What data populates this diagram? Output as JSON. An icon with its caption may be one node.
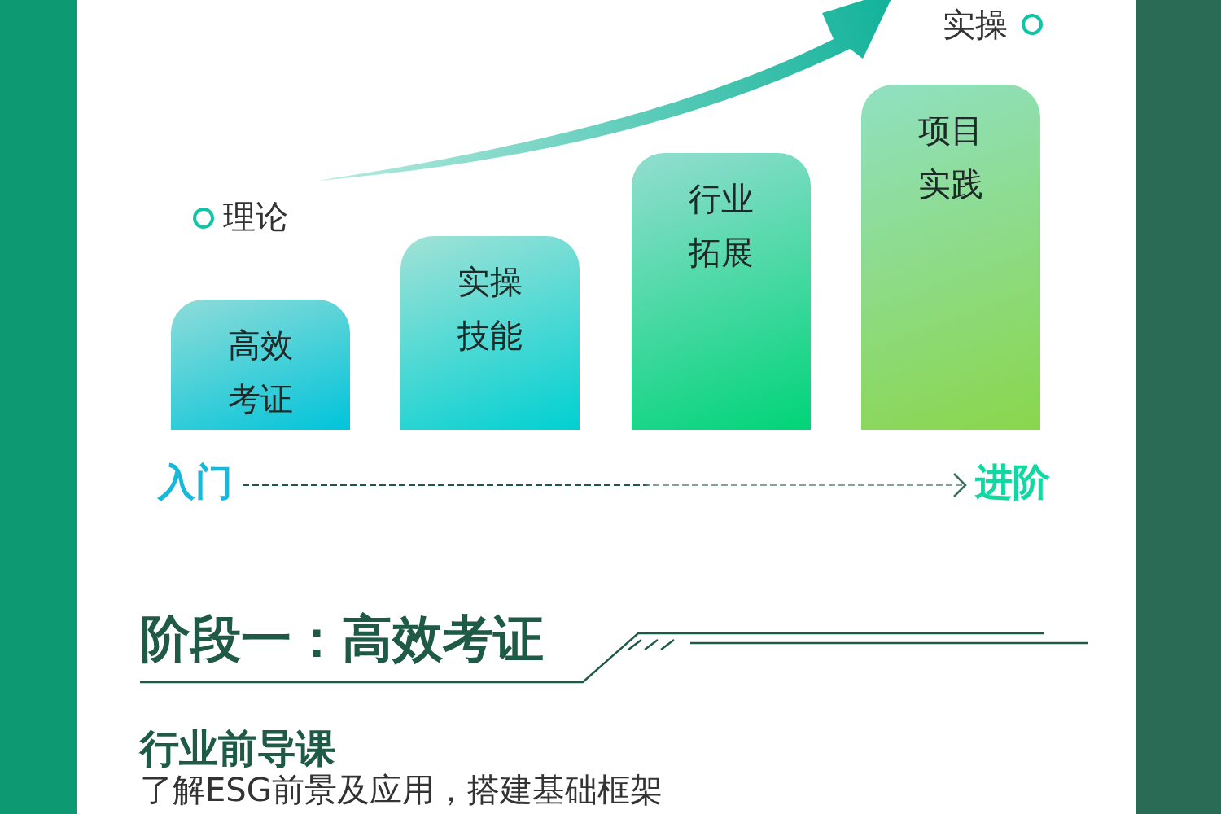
{
  "diagram": {
    "nodes": [
      {
        "text": [
          "高效考证"
        ]
      },
      {
        "text": [
          "实操技能"
        ]
      },
      {
        "text": [
          "行业拓展"
        ]
      },
      {
        "text": [
          "项目实践"
        ]
      },
      {
        "text": [
          "入门"
        ]
      },
      {
        "text": [
          "进阶"
        ]
      }
    ],
    "edges": [
      {
        "from": 4,
        "to": 5,
        "arrow": "to",
        "style": "dashed"
      }
    ],
    "labels": [
      "实操",
      "理论",
      "阶段一：高效考证",
      "行业前导课",
      "了解ESG前景及应用，搭建基础框架"
    ]
  }
}
